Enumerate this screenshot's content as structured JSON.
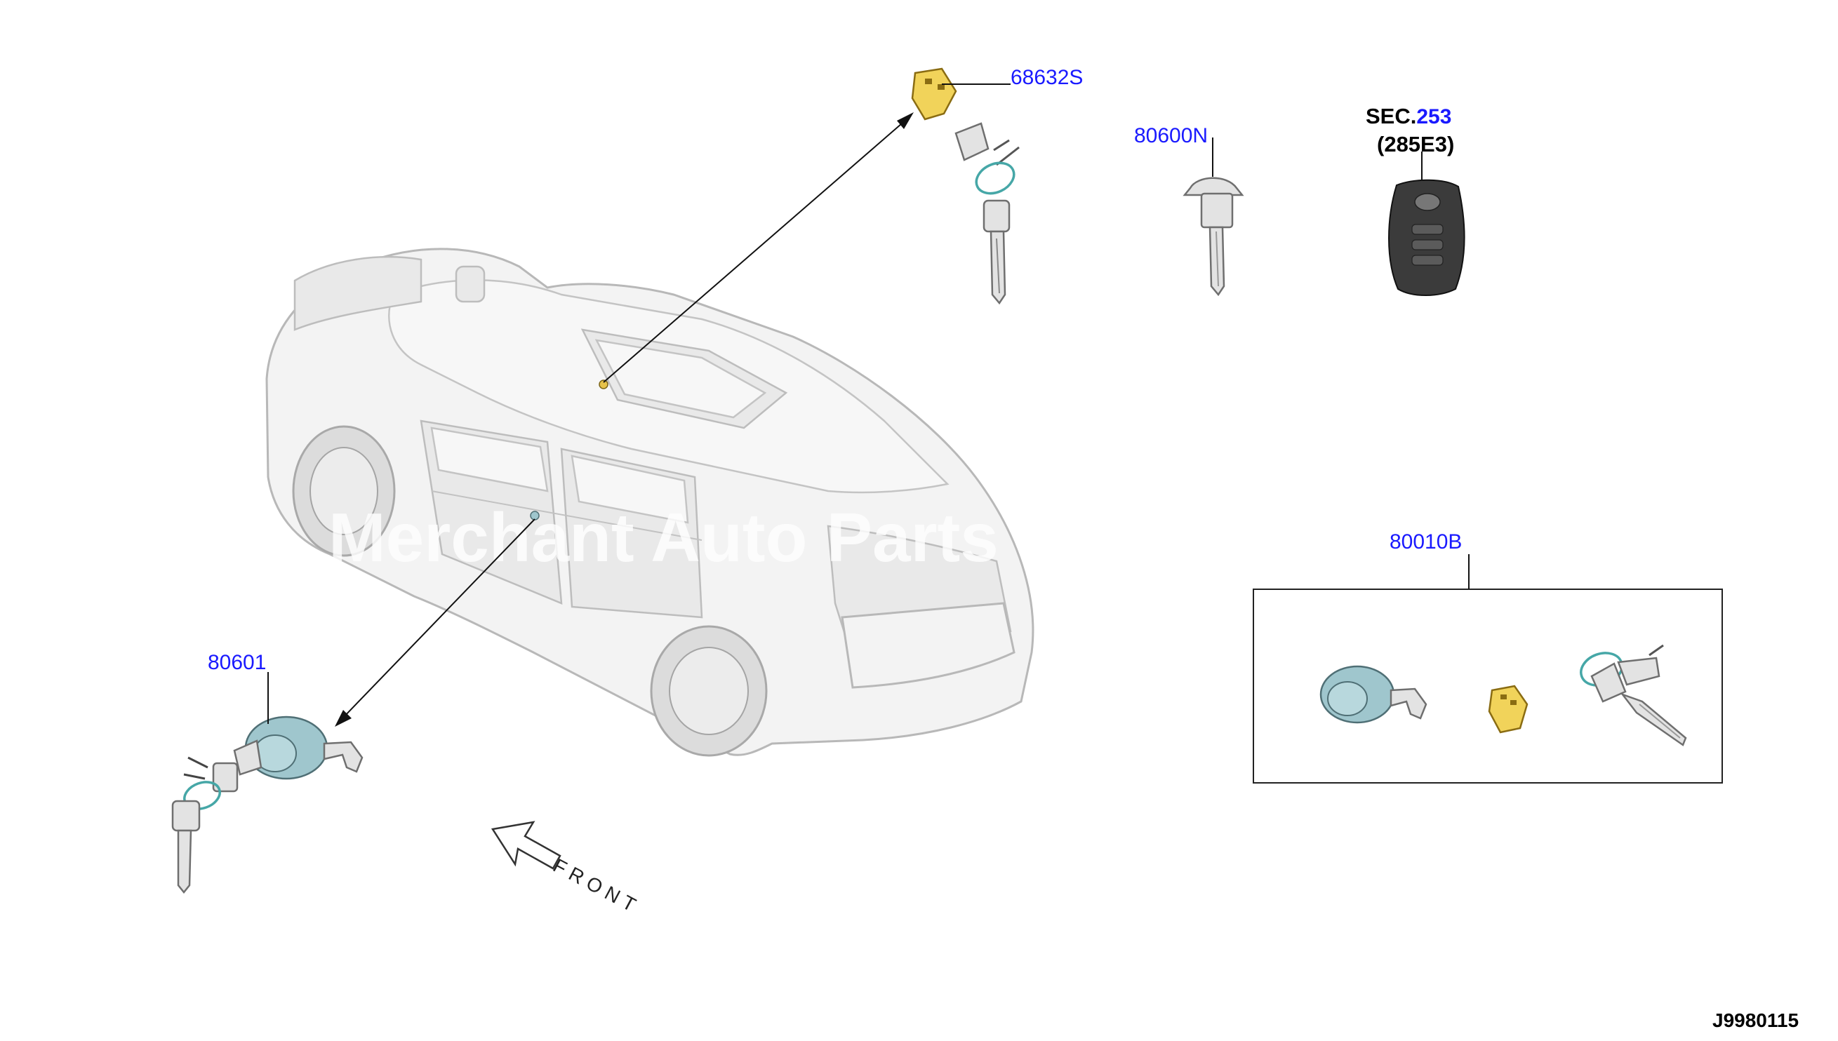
{
  "labels": {
    "part_68632S": "68632S",
    "part_80600N": "80600N",
    "sec_prefix": "SEC.",
    "sec_number": "253",
    "sec_sub": "(285E3)",
    "part_80601": "80601",
    "part_set": "80010B",
    "front": "FRONT",
    "diagram_id": "J9980115",
    "watermark": "Merchant Auto Parts C"
  },
  "colors": {
    "part_code": "#1a1aff",
    "cylinder_teal": "#9fc6cd",
    "switch_yellow": "#f1d35a",
    "fob_dark": "#3b3b3b"
  },
  "icons": [
    "car-body-icon",
    "key-cylinder-icon",
    "ignition-key-icon",
    "blank-key-icon",
    "smart-key-fob-icon",
    "front-arrow-icon"
  ]
}
